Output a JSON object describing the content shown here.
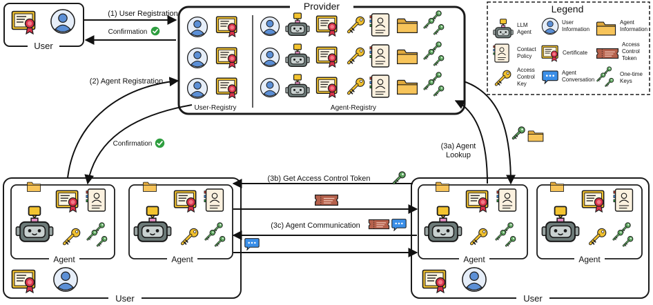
{
  "boxes": {
    "user_top": "User",
    "provider": "Provider",
    "user_registry": "User-Registry",
    "agent_registry": "Agent-Registry",
    "agent_1": "Agent",
    "agent_2": "Agent",
    "agent_3": "Agent",
    "agent_4": "Agent",
    "user_bottom_left": "User",
    "user_bottom_right": "User"
  },
  "flows": {
    "user_registration": "(1) User Registration",
    "confirmation_1": "Confirmation",
    "agent_registration": "(2) Agent Registration",
    "confirmation_2": "Confirmation",
    "agent_lookup_line1": "(3a) Agent",
    "agent_lookup_line2": "Lookup",
    "get_access_token": "(3b) Get Access Control Token",
    "agent_communication": "(3c) Agent Communication"
  },
  "legend": {
    "title": "Legend",
    "items": [
      {
        "icon": "llm-agent-icon",
        "lines": [
          "LLM",
          "Agent"
        ]
      },
      {
        "icon": "user-information-icon",
        "lines": [
          "User",
          "Information"
        ]
      },
      {
        "icon": "agent-information-icon",
        "lines": [
          "Agent",
          "Information"
        ]
      },
      {
        "icon": "contact-policy-icon",
        "lines": [
          "Contact",
          "Policy"
        ]
      },
      {
        "icon": "certificate-icon",
        "lines": [
          "Certificate"
        ]
      },
      {
        "icon": "access-control-token-icon",
        "lines": [
          "Access",
          "Control",
          "Token"
        ]
      },
      {
        "icon": "access-control-key-icon",
        "lines": [
          "Access",
          "Control",
          "Key"
        ]
      },
      {
        "icon": "agent-conversation-icon",
        "lines": [
          "Agent",
          "Conversation"
        ]
      },
      {
        "icon": "one-time-keys-icon",
        "lines": [
          "One-time",
          "Keys"
        ]
      }
    ]
  },
  "colors": {
    "stroke": "#1a1a1a",
    "certificate": "#f4c430",
    "ribbon": "#d9334a",
    "user": "#5b8fd6",
    "key": "#f2c12e",
    "one_time_key": "#5fa860",
    "folder": "#f7c45a",
    "token": "#b5614c",
    "robot": "#6d7b79",
    "check": "#2e9e3f",
    "chat": "#3b8fe8"
  }
}
